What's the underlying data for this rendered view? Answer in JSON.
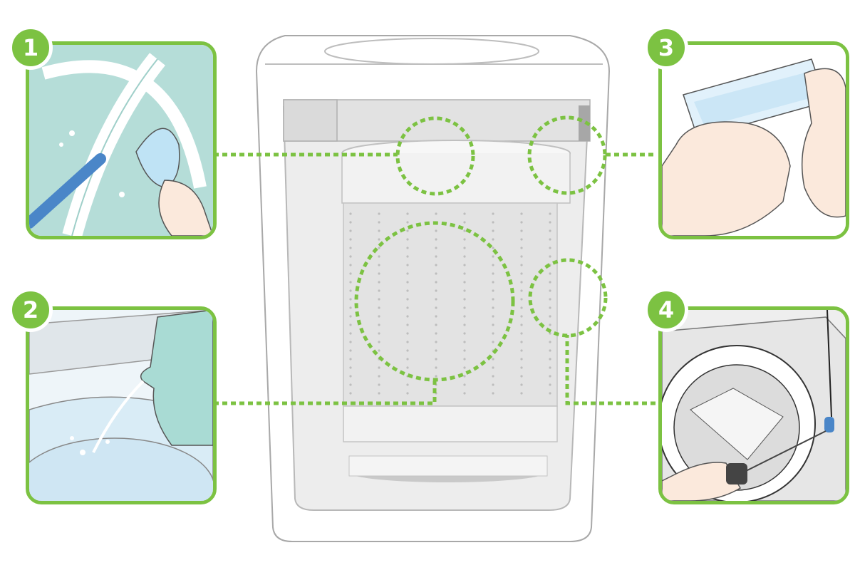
{
  "steps": [
    {
      "number": "1",
      "icon": "wipe-door-gasket-icon"
    },
    {
      "number": "2",
      "icon": "pour-cleaner-into-drum-icon"
    },
    {
      "number": "3",
      "icon": "clean-filter-icon"
    },
    {
      "number": "4",
      "icon": "clean-drain-pump-icon"
    }
  ],
  "colors": {
    "accent": "#7cc242",
    "outline": "#9a9a9a",
    "panel_bg_1": "#b5ddd8",
    "panel_bg_2": "#d9ecf6",
    "skin": "#fbe9dc"
  },
  "machine_icon": "washing-machine-drum-icon"
}
